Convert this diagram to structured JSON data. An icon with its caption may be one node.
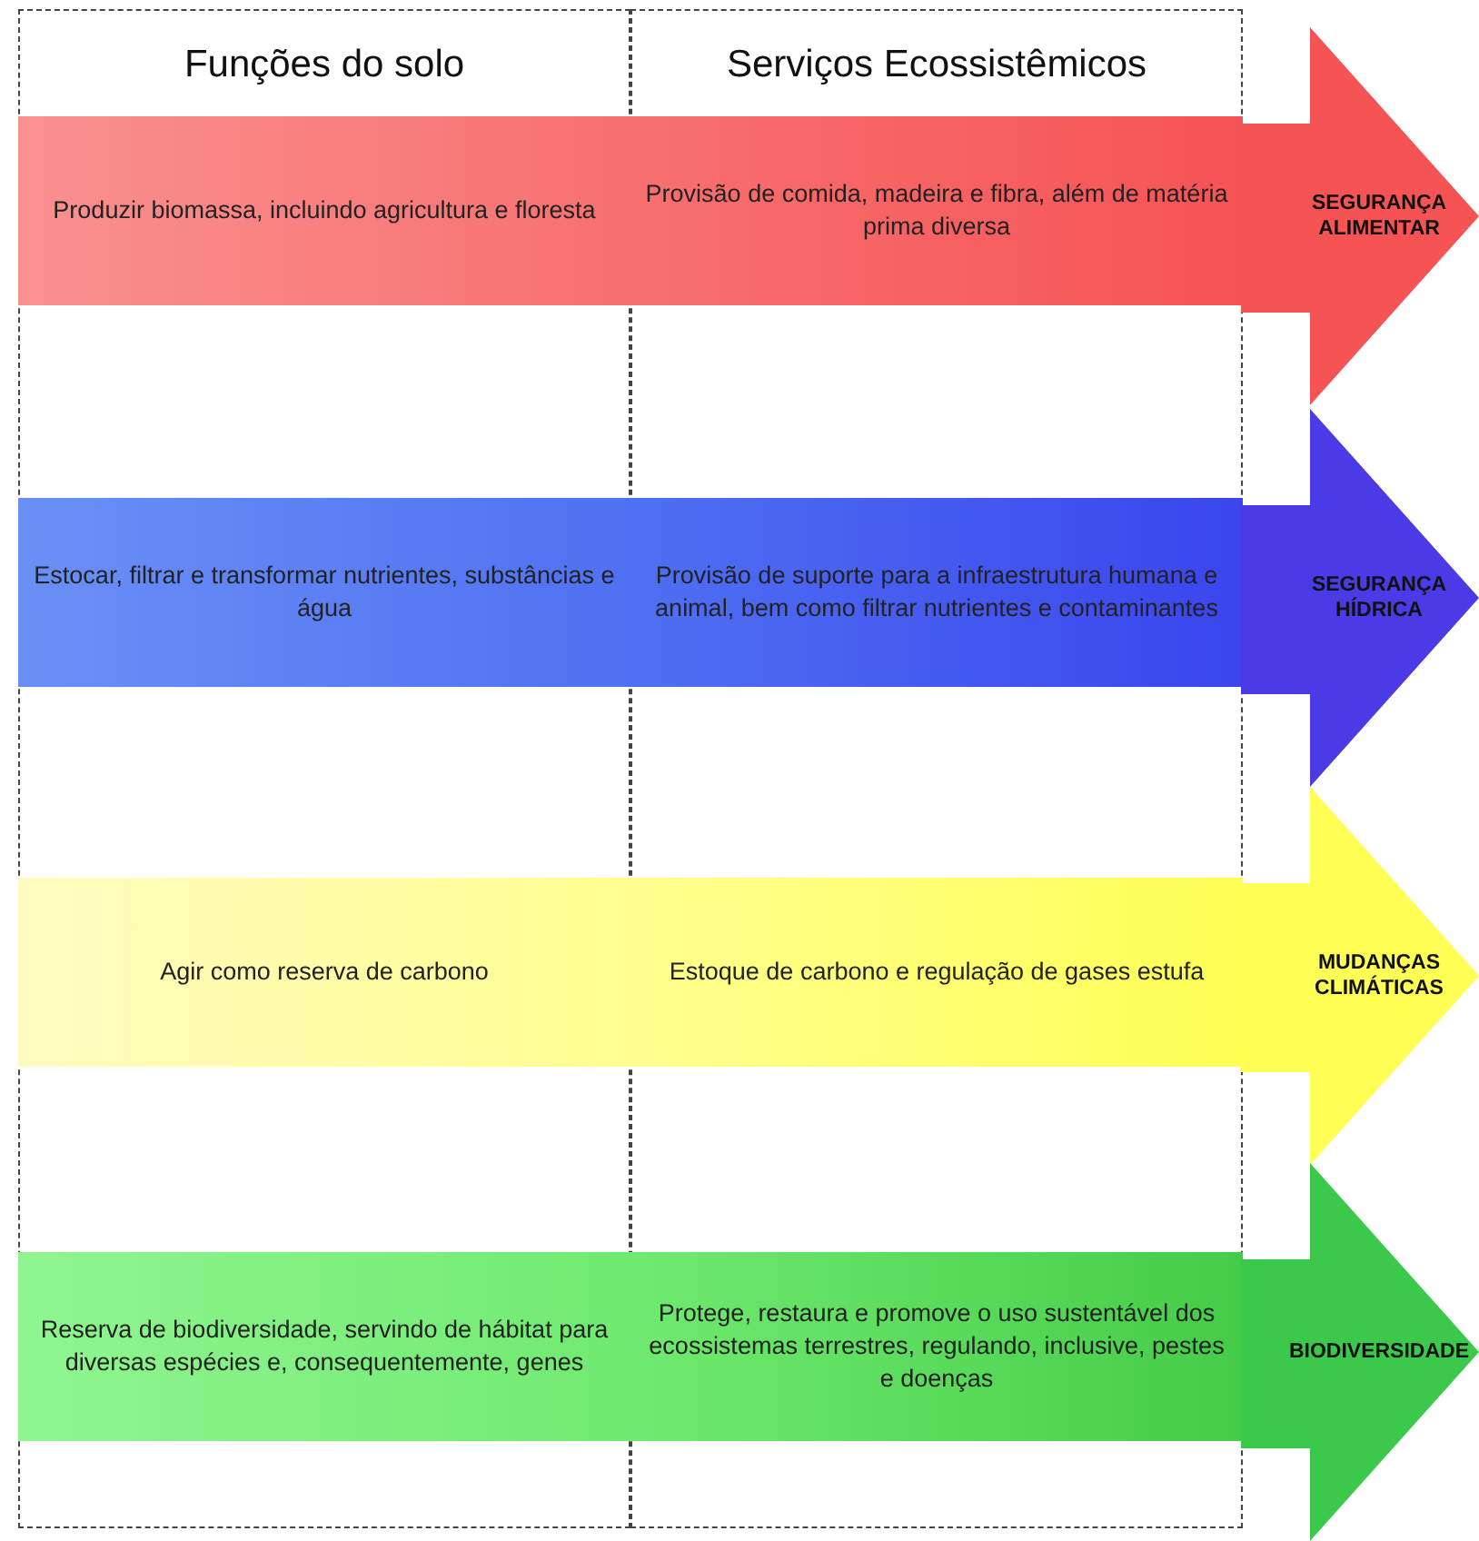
{
  "diagram": {
    "nodes": [
      {
        "text": [
          "Funções do solo"
        ]
      },
      {
        "text": [
          "Produzir biomassa, incluindo agricultura e floresta"
        ],
        "in": 0
      },
      {
        "text": [
          "Estocar, filtrar e transformar nutrientes, substâncias e água"
        ],
        "in": 0
      },
      {
        "text": [
          "Agir como reserva de carbono"
        ],
        "in": 0
      },
      {
        "text": [
          "Reserva de biodiversidade, servindo de hábitat para diversas espécies e, consequentemente, genes"
        ],
        "in": 0
      },
      {
        "text": [
          "Serviços Ecossistêmicos"
        ]
      },
      {
        "text": [
          "Provisão de comida, madeira e fibra, além de matéria prima diversa"
        ],
        "in": 5
      },
      {
        "text": [
          "Provisão de suporte para a infraestrutura humana e animal, bem como filtrar nutrientes e contaminantes"
        ],
        "in": 5
      },
      {
        "text": [
          "Estoque de carbono e regulação de gases estufa"
        ],
        "in": 5
      },
      {
        "text": [
          "Protege, restaura e promove o uso sustentável dos ecossistemas terrestres, regulando, inclusive, pestes e doenças"
        ],
        "in": 5
      },
      {
        "text": [
          "SEGURANÇA ALIMENTAR"
        ]
      },
      {
        "text": [
          "SEGURANÇA HÍDRICA"
        ]
      },
      {
        "text": [
          "MUDANÇAS CLIMÁTICAS"
        ]
      },
      {
        "text": [
          "BIODIVERSIDADE"
        ]
      }
    ]
  }
}
